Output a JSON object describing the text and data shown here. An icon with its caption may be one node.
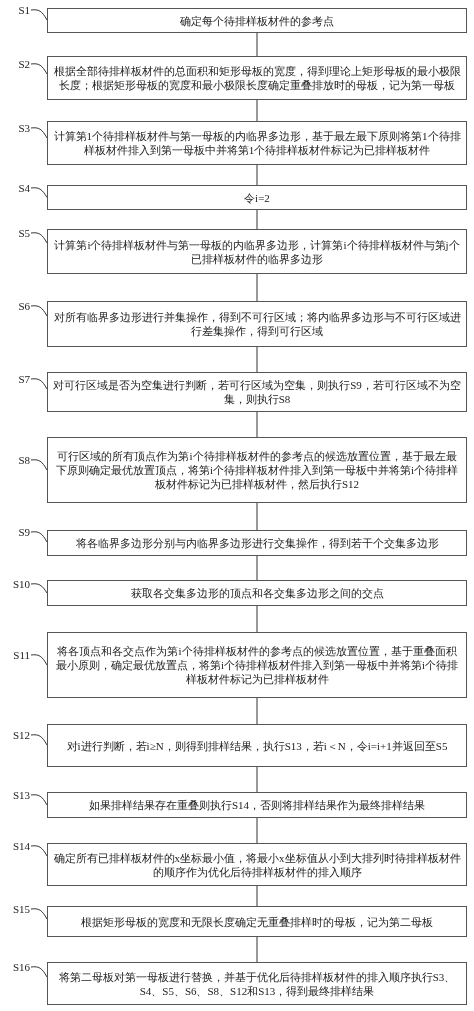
{
  "diagram": {
    "nodes": [
      {
        "text": [
          "S1"
        ]
      },
      {
        "text": [
          "确定每个待排样板材件的参考点"
        ]
      },
      {
        "text": [
          "S2"
        ]
      },
      {
        "text": [
          "根据全部待排样板材件的总面积和矩形母板的宽度，得到理论上矩形母板的最小极限长度；根据矩形母板的宽度和最小极限长度确定重叠排放时的母板，记为第一母板"
        ]
      },
      {
        "text": [
          "S3"
        ]
      },
      {
        "text": [
          "计算第1个待排样板材件与第一母板的内临界多边形，基于最左最下原则将第1个待排样板材件排入到第一母板中并将第1个待排样板材件标记为已排样板材件"
        ]
      },
      {
        "text": [
          "S4"
        ]
      },
      {
        "text": [
          "令i=2"
        ]
      },
      {
        "text": [
          "S5"
        ]
      },
      {
        "text": [
          "计算第i个待排样板材件与第一母板的内临界多边形，计算第i个待排样板材件与第j个已排样板材件的临界多边形"
        ]
      },
      {
        "text": [
          "S6"
        ]
      },
      {
        "text": [
          "对所有临界多边形进行并集操作，得到不可行区域；将内临界多边形与不可行区域进行差集操作，得到可行区域"
        ]
      },
      {
        "text": [
          "S7"
        ]
      },
      {
        "text": [
          "对可行区域是否为空集进行判断，若可行区域为空集，则执行S9，若可行区域不为空集，则执行S8"
        ]
      },
      {
        "text": [
          "S8"
        ]
      },
      {
        "text": [
          "可行区域的所有顶点作为第i个待排样板材件的参考点的候选放置位置，基于最左最下原则确定最优放置顶点，将第i个待排样板材件排入到第一母板中并将第i个待排样板材件标记为已排样板材件，然后执行S12"
        ]
      },
      {
        "text": [
          "S9"
        ]
      },
      {
        "text": [
          "将各临界多边形分别与内临界多边形进行交集操作，得到若干个交集多边形"
        ]
      },
      {
        "text": [
          "S10"
        ]
      },
      {
        "text": [
          "获取各交集多边形的顶点和各交集多边形之间的交点"
        ]
      },
      {
        "text": [
          "S11"
        ]
      },
      {
        "text": [
          "将各顶点和各交点作为第i个待排样板材件的参考点的候选放置位置，基于重叠面积最小原则，确定最优放置点，将第i个待排样板材件排入到第一母板中并将第i个待排样板材件标记为已排样板材件"
        ]
      },
      {
        "text": [
          "S12"
        ]
      },
      {
        "text": [
          "对i进行判断，若i≥N，则得到排样结果，执行S13，若i＜N，令i=i+1并返回至S5"
        ]
      },
      {
        "text": [
          "S13"
        ]
      },
      {
        "text": [
          "如果排样结果存在重叠则执行S14，否则将排样结果作为最终排样结果"
        ]
      },
      {
        "text": [
          "S14"
        ]
      },
      {
        "text": [
          "确定所有已排样板材件的x坐标最小值，将最小x坐标值从小到大排列时待排样板材件的顺序作为优化后待排样板材件的排入顺序"
        ]
      },
      {
        "text": [
          "S15"
        ]
      },
      {
        "text": [
          "根据矩形母板的宽度和无限长度确定无重叠排样时的母板，记为第二母板"
        ]
      },
      {
        "text": [
          "S16"
        ]
      },
      {
        "text": [
          "将第二母板对第一母板进行替换，并基于优化后待排样板材件的排入顺序执行S3、S4、S5、S6、S8、S12和S13，得到最终排样结果"
        ]
      }
    ],
    "edges": [
      {
        "from": 0,
        "to": 1,
        "arrow": "none"
      },
      {
        "from": 2,
        "to": 3,
        "arrow": "none"
      },
      {
        "from": 4,
        "to": 5,
        "arrow": "none"
      },
      {
        "from": 6,
        "to": 7,
        "arrow": "none"
      },
      {
        "from": 8,
        "to": 9,
        "arrow": "none"
      },
      {
        "from": 10,
        "to": 11,
        "arrow": "none"
      },
      {
        "from": 12,
        "to": 13,
        "arrow": "none"
      },
      {
        "from": 14,
        "to": 15,
        "arrow": "none"
      },
      {
        "from": 16,
        "to": 17,
        "arrow": "none"
      },
      {
        "from": 18,
        "to": 19,
        "arrow": "none"
      },
      {
        "from": 20,
        "to": 21,
        "arrow": "none"
      },
      {
        "from": 22,
        "to": 23,
        "arrow": "none"
      },
      {
        "from": 24,
        "to": 25,
        "arrow": "none"
      },
      {
        "from": 26,
        "to": 27,
        "arrow": "none"
      },
      {
        "from": 28,
        "to": 29,
        "arrow": "none"
      },
      {
        "from": 30,
        "to": 31,
        "arrow": "none"
      },
      {
        "from": 1,
        "to": 3,
        "arrow": "none"
      },
      {
        "from": 3,
        "to": 5,
        "arrow": "none"
      },
      {
        "from": 5,
        "to": 7,
        "arrow": "none"
      },
      {
        "from": 7,
        "to": 9,
        "arrow": "none"
      },
      {
        "from": 9,
        "to": 11,
        "arrow": "none"
      },
      {
        "from": 11,
        "to": 13,
        "arrow": "none"
      },
      {
        "from": 13,
        "to": 15,
        "arrow": "none"
      },
      {
        "from": 15,
        "to": 17,
        "arrow": "none"
      },
      {
        "from": 17,
        "to": 19,
        "arrow": "none"
      },
      {
        "from": 19,
        "to": 21,
        "arrow": "none"
      },
      {
        "from": 21,
        "to": 23,
        "arrow": "none"
      },
      {
        "from": 23,
        "to": 25,
        "arrow": "none"
      },
      {
        "from": 25,
        "to": 27,
        "arrow": "none"
      },
      {
        "from": 27,
        "to": 29,
        "arrow": "none"
      },
      {
        "from": 29,
        "to": 31,
        "arrow": "none"
      }
    ]
  }
}
